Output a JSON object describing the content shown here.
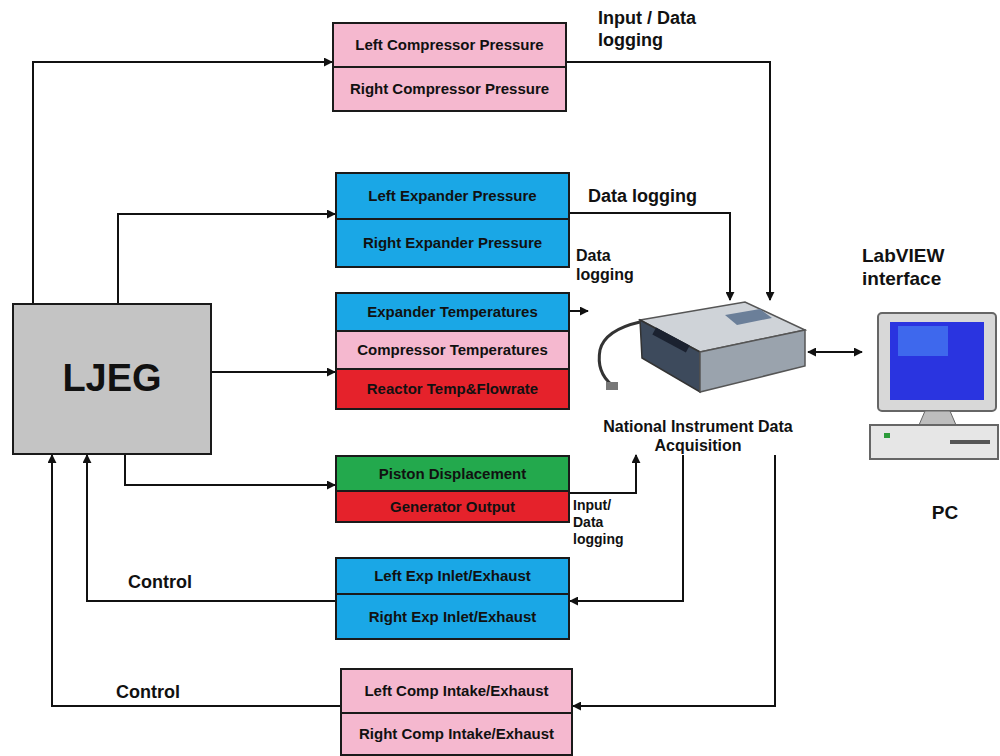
{
  "diagram": {
    "nodes": [
      {
        "text": [
          "LJEG"
        ]
      },
      {
        "text": [
          "Left Compressor Pressure"
        ]
      },
      {
        "text": [
          "Right Compressor Pressure"
        ]
      },
      {
        "text": [
          "Left Expander Pressure"
        ]
      },
      {
        "text": [
          "Right Expander Pressure"
        ]
      },
      {
        "text": [
          "Expander Temperatures"
        ]
      },
      {
        "text": [
          "Compressor Temperatures"
        ]
      },
      {
        "text": [
          "Reactor Temp&Flowrate"
        ]
      },
      {
        "text": [
          "Piston Displacement"
        ]
      },
      {
        "text": [
          "Generator Output"
        ]
      },
      {
        "text": [
          "Left Exp Inlet/Exhaust"
        ]
      },
      {
        "text": [
          "Right Exp Inlet/Exhaust"
        ]
      },
      {
        "text": [
          "Left Comp Intake/Exhaust"
        ]
      },
      {
        "text": [
          "Right Comp Intake/Exhaust"
        ]
      },
      {
        "text": [
          "National Instrument Data Acquisition"
        ]
      },
      {
        "text": [
          "LabVIEW interface",
          "PC"
        ]
      }
    ],
    "edges": [
      {
        "from": 0,
        "to": 1,
        "arrow": "to"
      },
      {
        "from": 0,
        "to": 3,
        "arrow": "to"
      },
      {
        "from": 0,
        "to": 6,
        "arrow": "to"
      },
      {
        "from": 0,
        "to": 8,
        "arrow": "to"
      },
      {
        "from": 1,
        "to": 14,
        "label": "Input / Data logging",
        "arrow": "to"
      },
      {
        "from": 3,
        "to": 14,
        "label": "Data logging",
        "arrow": "to"
      },
      {
        "from": 5,
        "to": 14,
        "label": "Data logging",
        "arrow": "to"
      },
      {
        "from": 9,
        "to": 14,
        "label": "Input/ Data logging",
        "arrow": "to"
      },
      {
        "from": 14,
        "to": 15,
        "arrow": "both"
      },
      {
        "from": 14,
        "to": 11,
        "arrow": "to"
      },
      {
        "from": 11,
        "to": 0,
        "label": "Control",
        "arrow": "to"
      },
      {
        "from": 14,
        "to": 12,
        "arrow": "to"
      },
      {
        "from": 12,
        "to": 0,
        "label": "Control",
        "arrow": "to"
      }
    ]
  }
}
